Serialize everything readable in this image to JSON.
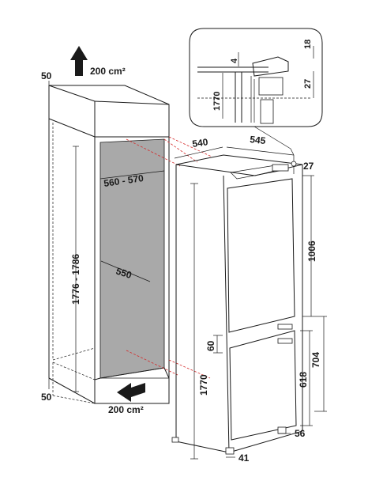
{
  "labels": {
    "vent_top": "200 cm²",
    "vent_bottom": "200 cm²",
    "cabinet_top_gap": "50",
    "cabinet_bottom_gap": "50",
    "niche_height": "1776 - 1786",
    "niche_width": "560 - 570",
    "niche_depth": "550",
    "appliance_width": "540",
    "appliance_depth": "545",
    "top_clearance": "27",
    "fridge_door_height": "1006",
    "door_gap": "60",
    "freezer_section": "704",
    "freezer_door_height": "618",
    "appliance_height": "1770",
    "foot_side": "56",
    "foot_front": "41"
  },
  "detail": {
    "gap_4": "4",
    "gap_18": "18",
    "gap_27": "27",
    "height_1770": "1770"
  },
  "colors": {
    "niche_fill": "#a9a9a9",
    "airflow_lines": "#d42a2a",
    "ink": "#1a1a1a"
  }
}
